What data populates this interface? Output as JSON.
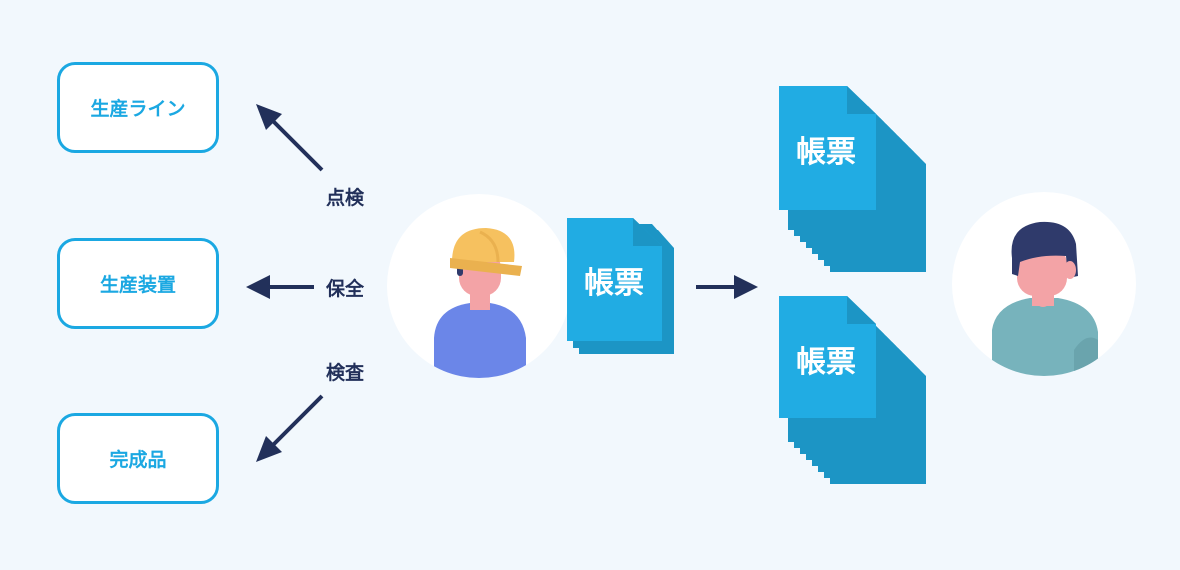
{
  "targets": [
    {
      "label": "生産ライン"
    },
    {
      "label": "生産装置"
    },
    {
      "label": "完成品"
    }
  ],
  "actions": [
    {
      "label": "点検"
    },
    {
      "label": "保全"
    },
    {
      "label": "検査"
    }
  ],
  "document_label": "帳票",
  "colors": {
    "background": "#f2f8fd",
    "accent": "#1ba8e2",
    "document": "#21ace3",
    "document_shadow": "#1c95c5",
    "arrow": "#22305a",
    "worker_shirt": "#6b86e8",
    "helmet": "#f6c15f",
    "manager_shirt": "#77b3bc",
    "hair": "#2f3a6b",
    "skin": "#f3a3a6"
  }
}
